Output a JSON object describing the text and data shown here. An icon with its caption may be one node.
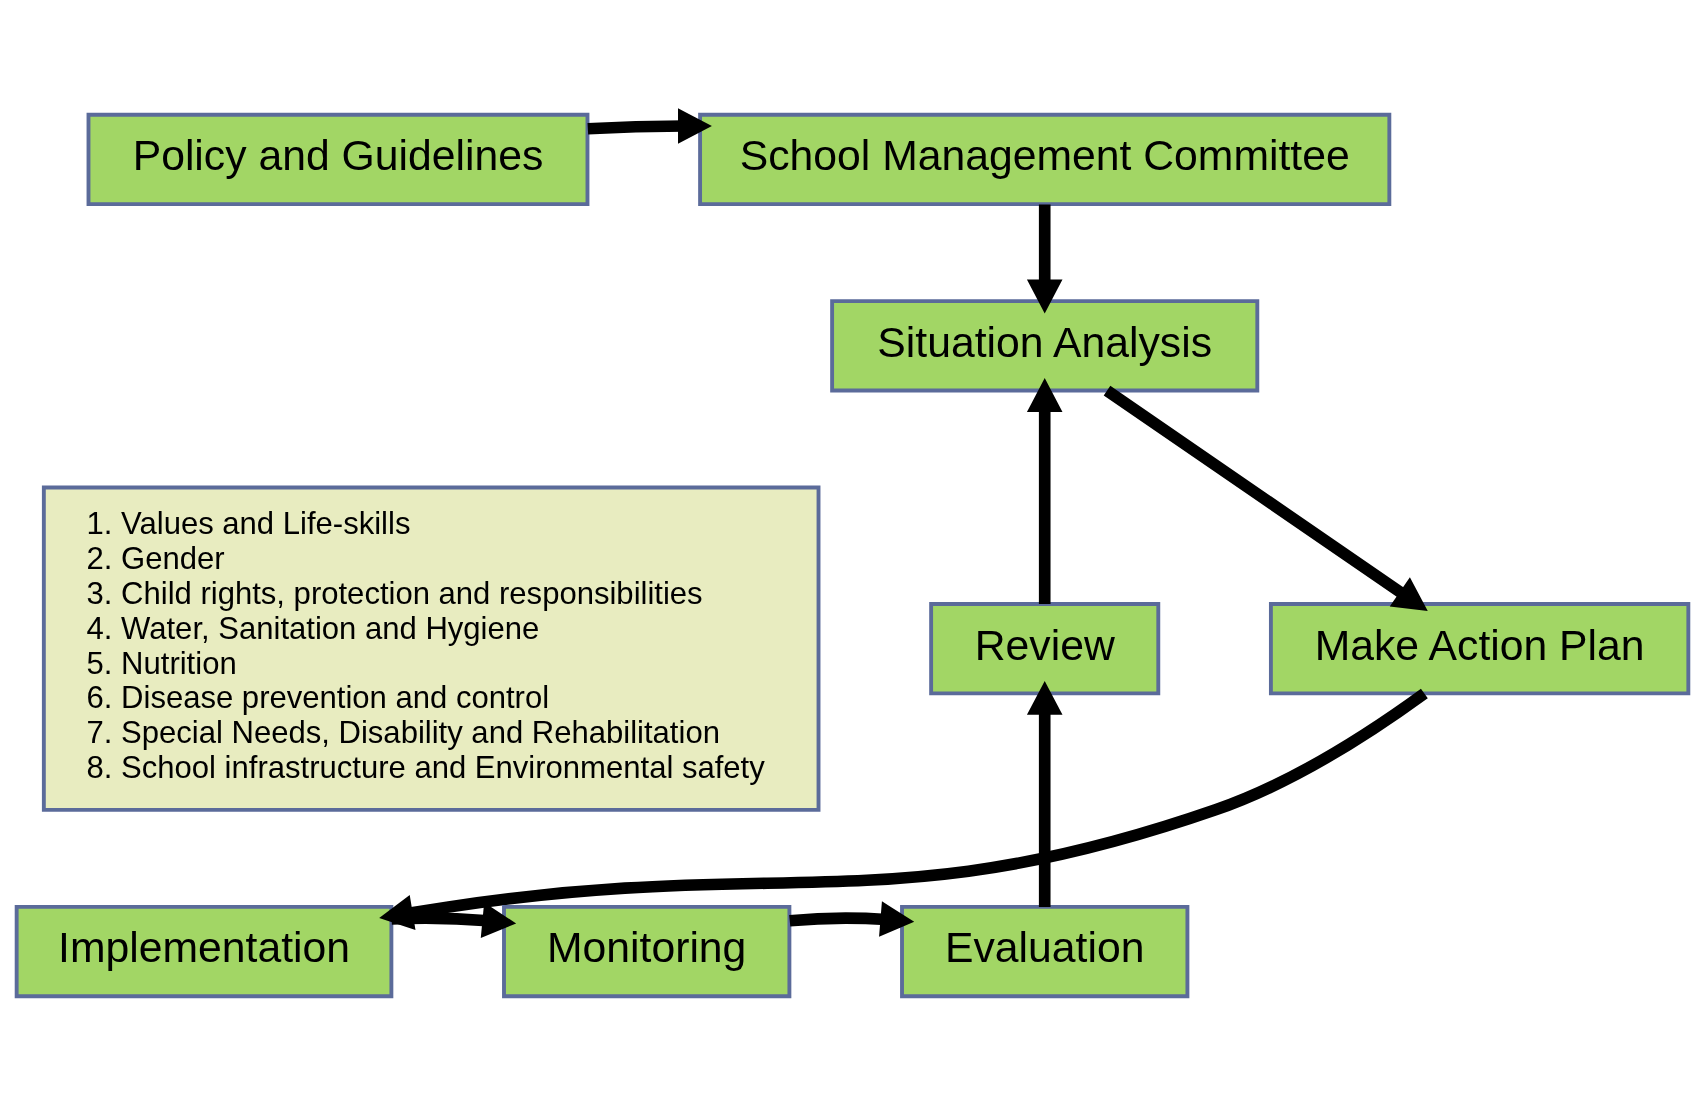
{
  "diagram": {
    "nodes": [
      {
        "text": [
          "Policy and Guidelines"
        ]
      },
      {
        "text": [
          "School Management Committee"
        ]
      },
      {
        "text": [
          "Situation Analysis"
        ]
      },
      {
        "text": [
          "Make Action Plan"
        ]
      },
      {
        "text": [
          "Implementation"
        ]
      },
      {
        "text": [
          "Monitoring"
        ]
      },
      {
        "text": [
          "Evaluation"
        ]
      },
      {
        "text": [
          "Review"
        ]
      },
      {
        "text": [
          "1. Values and Life-skills",
          "2. Gender",
          "3. Child rights, protection and responsibilities",
          "4. Water, Sanitation and Hygiene",
          "5. Nutrition",
          "6. Disease prevention and control",
          "7. Special Needs, Disability and Rehabilitation",
          "8. School infrastructure and Environmental safety"
        ]
      }
    ],
    "edges": [
      {
        "from": 0,
        "to": 1,
        "arrow": "to"
      },
      {
        "from": 1,
        "to": 2,
        "arrow": "to"
      },
      {
        "from": 2,
        "to": 3,
        "arrow": "to"
      },
      {
        "from": 3,
        "to": 4,
        "arrow": "to"
      },
      {
        "from": 4,
        "to": 5,
        "arrow": "to"
      },
      {
        "from": 5,
        "to": 6,
        "arrow": "to"
      },
      {
        "from": 6,
        "to": 7,
        "arrow": "to"
      },
      {
        "from": 7,
        "to": 2,
        "arrow": "to"
      }
    ]
  }
}
